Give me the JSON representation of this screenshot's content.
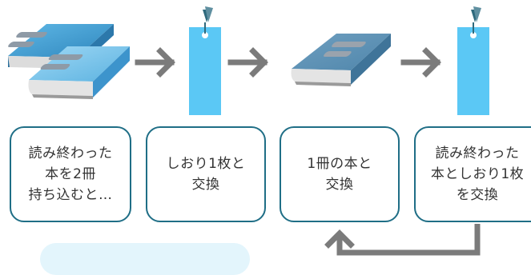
{
  "steps": [
    {
      "lines": [
        "読み終わった",
        "本を2冊",
        "持ち込むと…"
      ]
    },
    {
      "lines": [
        "しおり1枚と",
        "交換"
      ]
    },
    {
      "lines": [
        "1冊の本と",
        "交換"
      ]
    },
    {
      "lines": [
        "読み終わった",
        "本としおり1枚",
        "を交換"
      ]
    }
  ],
  "icons": [
    "books-stack-icon",
    "bookmark-icon",
    "book-icon",
    "bookmark-icon"
  ],
  "colors": {
    "box_border": "#1f6e86",
    "arrow": "#7b7b7b",
    "bookmark": "#5bc8f5",
    "book_cover": "#4aa8d8",
    "note_bg": "#e3f5fc"
  }
}
